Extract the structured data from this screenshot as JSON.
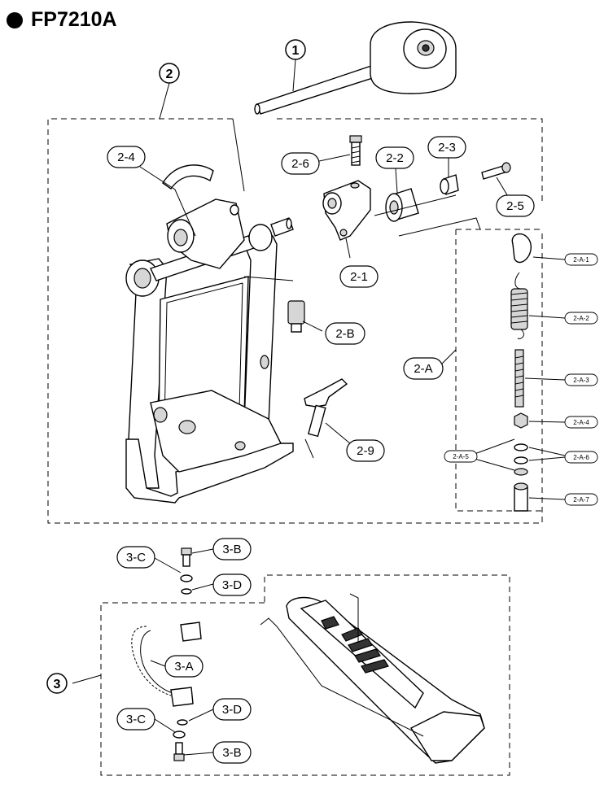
{
  "title": "FP7210A",
  "callouts": {
    "c1": "1",
    "c2": "2",
    "c3": "3",
    "c2_1": "2-1",
    "c2_2": "2-2",
    "c2_3": "2-3",
    "c2_4": "2-4",
    "c2_5": "2-5",
    "c2_6": "2-6",
    "c2_9": "2-9",
    "c2_A": "2-A",
    "c2_B": "2-B",
    "c2_A_1": "2-A-1",
    "c2_A_2": "2-A-2",
    "c2_A_3": "2-A-3",
    "c2_A_4": "2-A-4",
    "c2_A_5": "2-A-5",
    "c2_A_6": "2-A-6",
    "c2_A_7": "2-A-7",
    "c3_A": "3-A",
    "c3_B_top": "3-B",
    "c3_B_bottom": "3-B",
    "c3_C_top": "3-C",
    "c3_C_bottom": "3-C",
    "c3_D_top": "3-D",
    "c3_D_bottom": "3-D"
  }
}
